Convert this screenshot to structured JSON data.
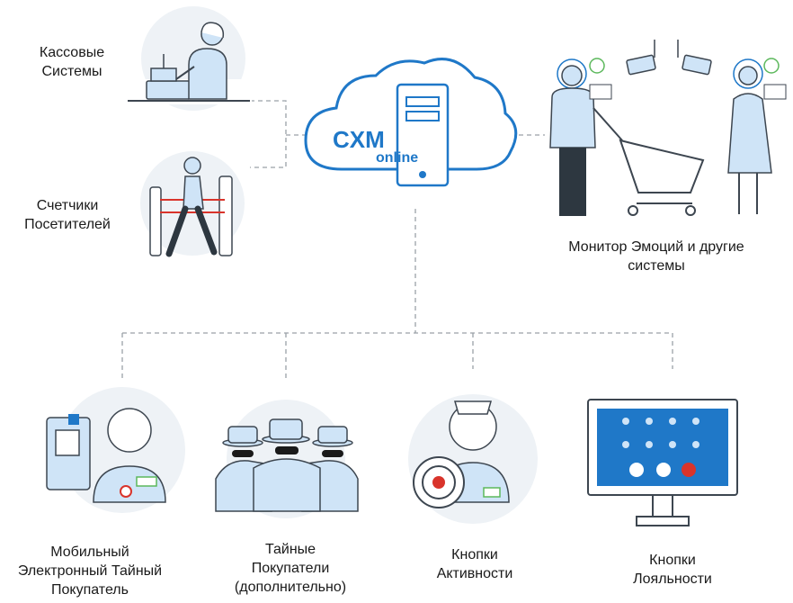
{
  "center": {
    "brand_top": "CXM",
    "brand_bottom": "online"
  },
  "sources": {
    "cash_systems": [
      "Кассовые",
      "Системы"
    ],
    "visitor_counters": [
      "Счетчики",
      "Посетителей"
    ],
    "emotion_monitor": [
      "Монитор Эмоций и другие",
      "системы"
    ]
  },
  "channels": {
    "mobile_mystery": [
      "Мобильный",
      "Электронный Тайный",
      "Покупатель"
    ],
    "mystery_shoppers": [
      "Тайные",
      "Покупатели",
      "(дополнительно)"
    ],
    "activity_buttons": [
      "Кнопки",
      "Активности"
    ],
    "loyalty_buttons": [
      "Кнопки",
      "Лояльности"
    ]
  },
  "colors": {
    "accent_blue": "#1f78c8",
    "light_blue": "#cfe4f7",
    "soft_bg": "#eef2f6",
    "dark": "#3d4650",
    "line_gray": "#9aa1a8",
    "happy_green": "#5cb85c",
    "alert_red": "#d9342b"
  },
  "icons": [
    "cashier-icon",
    "turnstile-visitor-icon",
    "cloud-server-icon",
    "shopper-cart-icon",
    "camera-icon",
    "mobile-mystery-shopper-icon",
    "spy-group-icon",
    "feedback-button-icon",
    "loyalty-screen-icon"
  ]
}
